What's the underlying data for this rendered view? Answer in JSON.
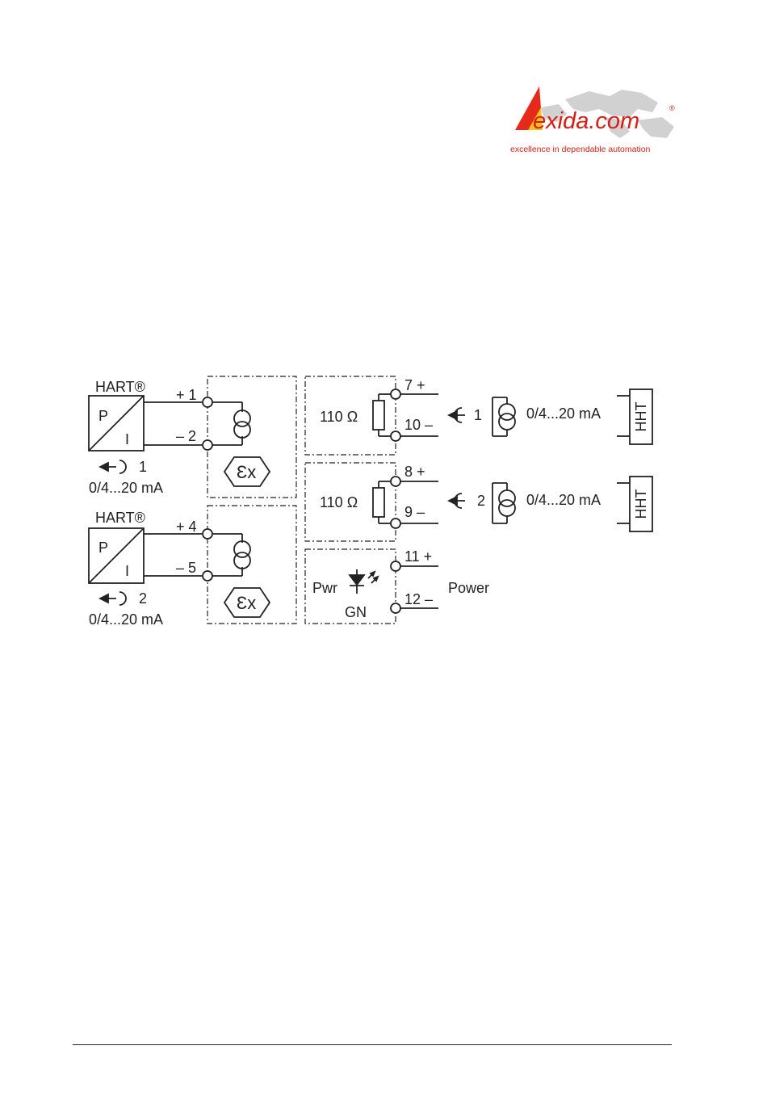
{
  "logo": {
    "wordmark": "exida.com",
    "tagline": "excellence in dependable automation",
    "registered": "®"
  },
  "diagram": {
    "channels": [
      {
        "field_label": "HART®",
        "transmitter_p": "P",
        "transmitter_i": "I",
        "input_number": "1",
        "input_range": "0/4...20 mA",
        "terminal_plus": "+ 1",
        "terminal_minus": "– 2",
        "ex_symbol": "Ɛx",
        "resistor": "110 Ω",
        "output_plus": "7 +",
        "output_minus": "10 –",
        "output_number": "1",
        "output_range": "0/4...20 mA",
        "hht": "HHT"
      },
      {
        "field_label": "HART®",
        "transmitter_p": "P",
        "transmitter_i": "I",
        "input_number": "2",
        "input_range": "0/4...20 mA",
        "terminal_plus": "+ 4",
        "terminal_minus": "– 5",
        "ex_symbol": "Ɛx",
        "resistor": "110 Ω",
        "output_plus": "8 +",
        "output_minus": "9 –",
        "output_number": "2",
        "output_range": "0/4...20 mA",
        "hht": "HHT"
      }
    ],
    "power": {
      "pwr_label": "Pwr",
      "led_color": "GN",
      "terminal_plus": "11 +",
      "terminal_minus": "12 –",
      "label": "Power"
    }
  }
}
